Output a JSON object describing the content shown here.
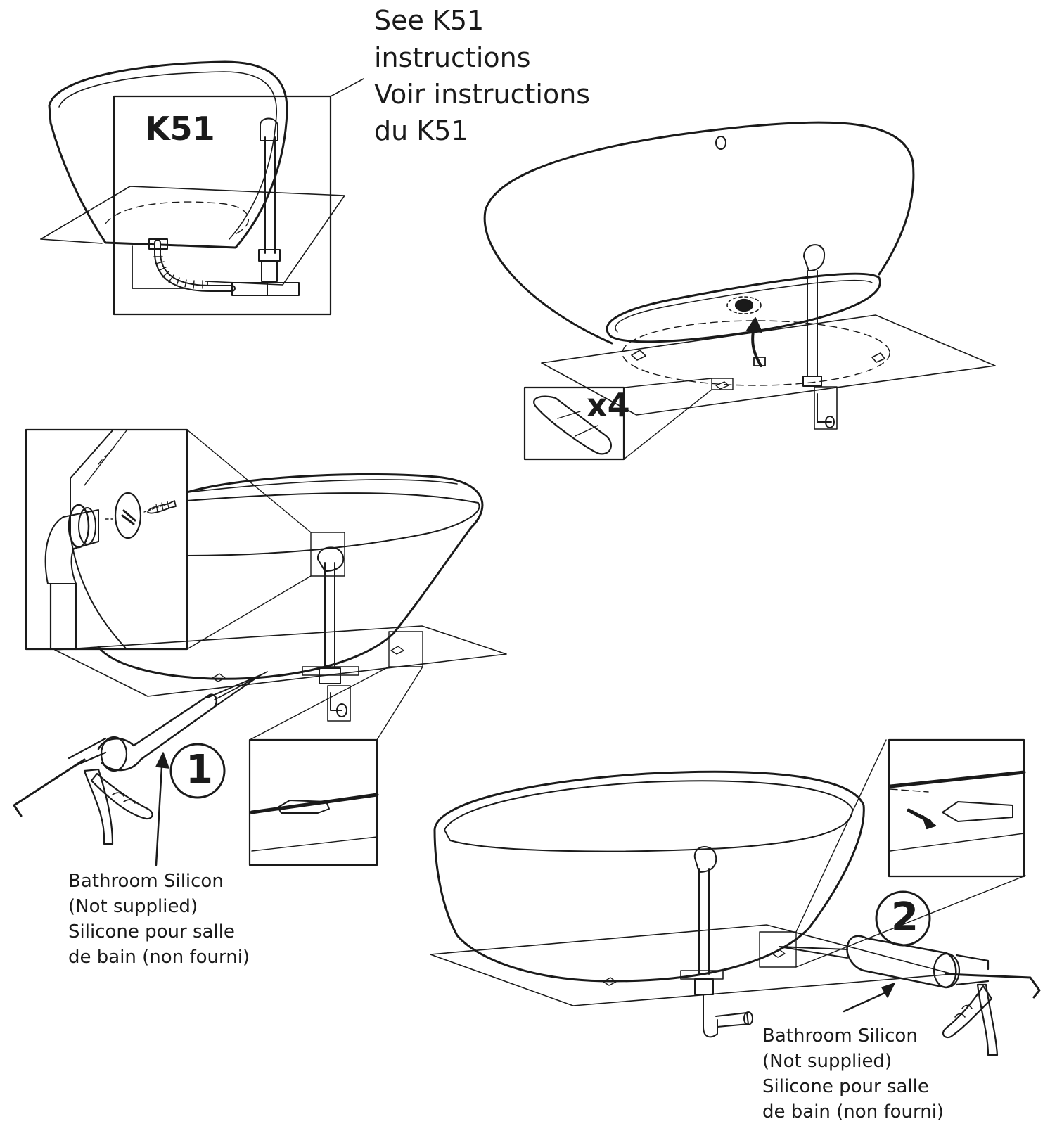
{
  "reference_note": {
    "lines": [
      "See K51",
      "instructions",
      "Voir instructions",
      "du K51"
    ]
  },
  "k51_label": "K51",
  "feet_count": "x4",
  "steps": [
    {
      "number": "1"
    },
    {
      "number": "2"
    }
  ],
  "silicon_label_1": {
    "lines": [
      "Bathroom Silicon",
      "(Not supplied)",
      "Silicone pour salle",
      "de bain (non fourni)"
    ]
  },
  "silicon_label_2": {
    "lines": [
      "Bathroom Silicon",
      "(Not supplied)",
      "Silicone pour salle",
      "de bain (non fourni)"
    ]
  },
  "colors": {
    "line": "#1a1a1a",
    "background": "#ffffff"
  }
}
